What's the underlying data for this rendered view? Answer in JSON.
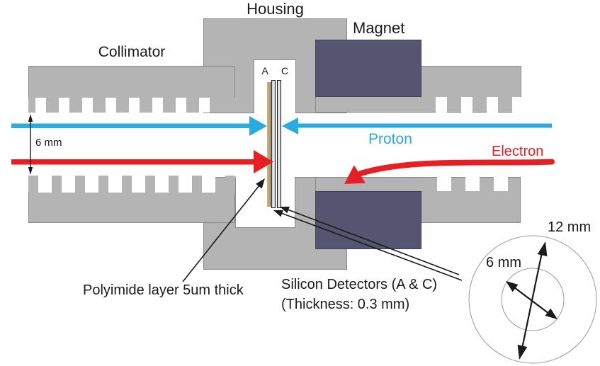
{
  "diagram": {
    "labels": {
      "housing": "Housing",
      "collimator": "Collimator",
      "magnet": "Magnet",
      "proton": "Proton",
      "electron": "Electron",
      "beam_gap": "6 mm",
      "detector_a": "A",
      "detector_c": "C",
      "polyimide": "Polyimide layer 5um thick",
      "silicon_line1": "Silicon Detectors (A & C)",
      "silicon_line2": "(Thickness: 0.3 mm)",
      "front_view_outer": "12 mm",
      "front_view_inner": "6 mm"
    },
    "colors": {
      "metal": "#b4b4b4",
      "metal_edge": "#8a8a8a",
      "magnet": "#555571",
      "magnet_edge": "#3f3f57",
      "proton": "#29abe2",
      "electron": "#e81e25",
      "polyimide": "#bf9b63",
      "polyimide_edge": "#6b5531",
      "detector_edge": "#1a1a1a",
      "circle": "#999999",
      "ink": "#1a1a1a"
    }
  }
}
